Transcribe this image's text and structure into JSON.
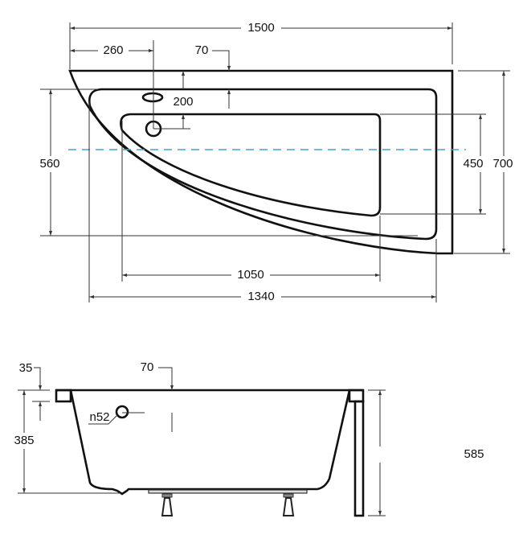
{
  "top_view": {
    "dims": {
      "total_length": "1500",
      "drain_offset": "260",
      "rim_width": "70",
      "drain_depth": "200",
      "inner_width": "560",
      "bottom_width": "450",
      "total_width": "700",
      "bottom_length": "1050",
      "inner_length": "1340"
    },
    "centerline_color": "#3aa8c8"
  },
  "side_view": {
    "dims": {
      "rim_thickness": "35",
      "rim_width": "70",
      "overflow_diameter": "n52",
      "inner_depth": "385",
      "total_height": "585"
    }
  }
}
